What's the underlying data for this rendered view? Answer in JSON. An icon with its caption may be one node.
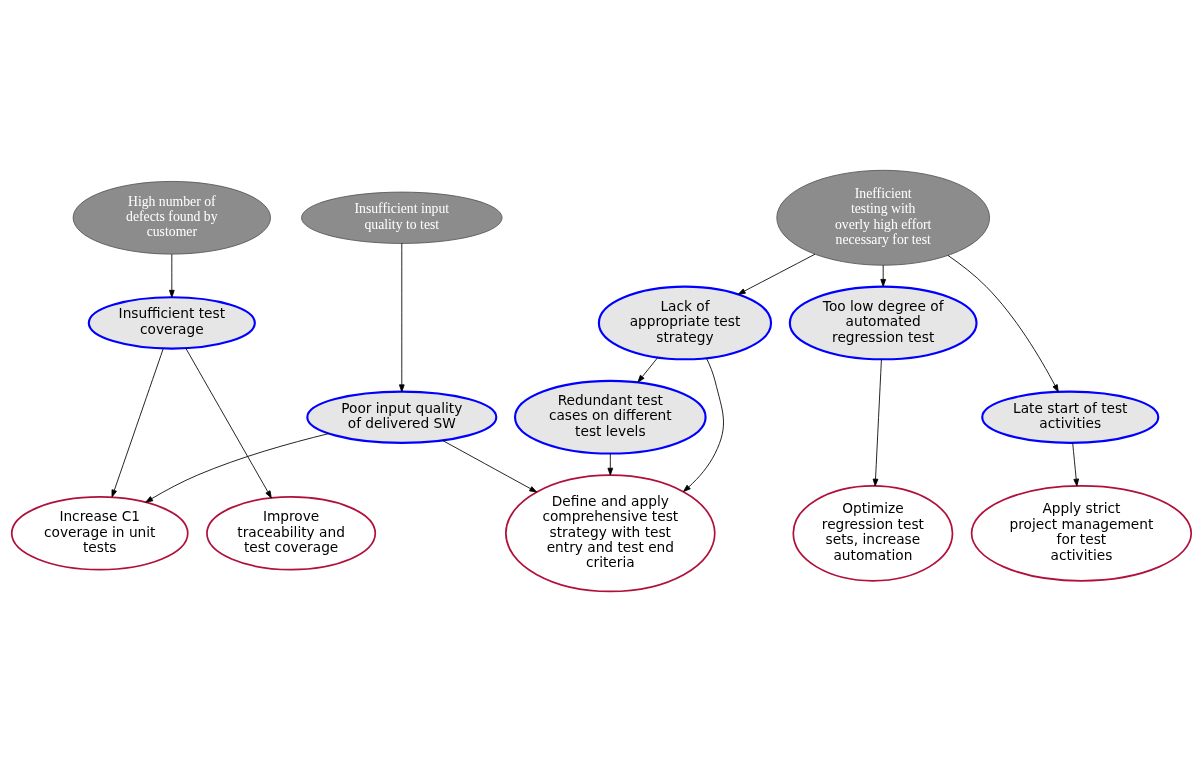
{
  "diagram": {
    "nodes": [
      {
        "text": [
          "High number of defects found by customer"
        ]
      },
      {
        "text": [
          "Insufficient input quality to test"
        ]
      },
      {
        "text": [
          "Inefficient testing with overly high effort necessary for test"
        ]
      },
      {
        "text": [
          "Insufficient test coverage"
        ]
      },
      {
        "text": [
          "Lack of appropriate test strategy"
        ]
      },
      {
        "text": [
          "Too low degree of automated regression test"
        ]
      },
      {
        "text": [
          "Poor input quality of delivered SW"
        ]
      },
      {
        "text": [
          "Redundant test cases on different test levels"
        ]
      },
      {
        "text": [
          "Late start of test activities"
        ]
      },
      {
        "text": [
          "Increase C1 coverage in unit tests"
        ]
      },
      {
        "text": [
          "Optimize regression test sets, increase automation"
        ]
      },
      {
        "text": [
          "Improve traceability and test coverage"
        ]
      },
      {
        "text": [
          "Define and apply comprehensive test strategy with test entry and test end criteria"
        ]
      },
      {
        "text": [
          "Apply strict project management for test activities"
        ]
      }
    ],
    "edges": [
      {
        "from": 0,
        "to": 3,
        "arrow": "to"
      },
      {
        "from": 1,
        "to": 6,
        "arrow": "to"
      },
      {
        "from": 2,
        "to": 4,
        "arrow": "to"
      },
      {
        "from": 2,
        "to": 5,
        "arrow": "to"
      },
      {
        "from": 2,
        "to": 8,
        "arrow": "to"
      },
      {
        "from": 3,
        "to": 9,
        "arrow": "to"
      },
      {
        "from": 3,
        "to": 11,
        "arrow": "to"
      },
      {
        "from": 6,
        "to": 9,
        "arrow": "to"
      },
      {
        "from": 6,
        "to": 12,
        "arrow": "to"
      },
      {
        "from": 4,
        "to": 12,
        "arrow": "to"
      },
      {
        "from": 4,
        "to": 7,
        "arrow": "to"
      },
      {
        "from": 7,
        "to": 12,
        "arrow": "to"
      },
      {
        "from": 5,
        "to": 10,
        "arrow": "to"
      },
      {
        "from": 8,
        "to": 13,
        "arrow": "to"
      }
    ]
  }
}
